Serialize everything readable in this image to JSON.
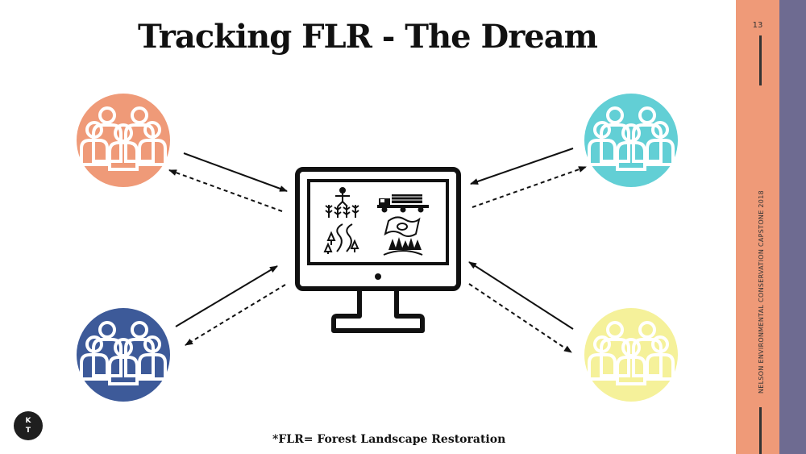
{
  "slide": {
    "title": "Tracking FLR - The Dream",
    "footnote": "*FLR= Forest Landscape Restoration",
    "page_number": "13",
    "sidebar_text": "NELSON ENVIRONMENTAL CONSERVATION CAPSTONE 2018",
    "badge": {
      "line1": "K",
      "line2": "T"
    }
  },
  "colors": {
    "group_top_left": "#ef9a78",
    "group_top_right": "#62cfd5",
    "group_bottom_left": "#3d5a99",
    "group_bottom_right": "#f5f19a",
    "sidebar_orange": "#ef9a78",
    "sidebar_purple": "#6e6b91"
  },
  "icons": {
    "groups": [
      "people-group-icon",
      "people-group-icon",
      "people-group-icon",
      "people-group-icon"
    ],
    "center": "computer-monitor-icon",
    "screen": [
      "seedling-planting-icon",
      "logging-truck-icon",
      "forest-path-icon",
      "money-bill-icon",
      "tree-line-icon"
    ]
  }
}
